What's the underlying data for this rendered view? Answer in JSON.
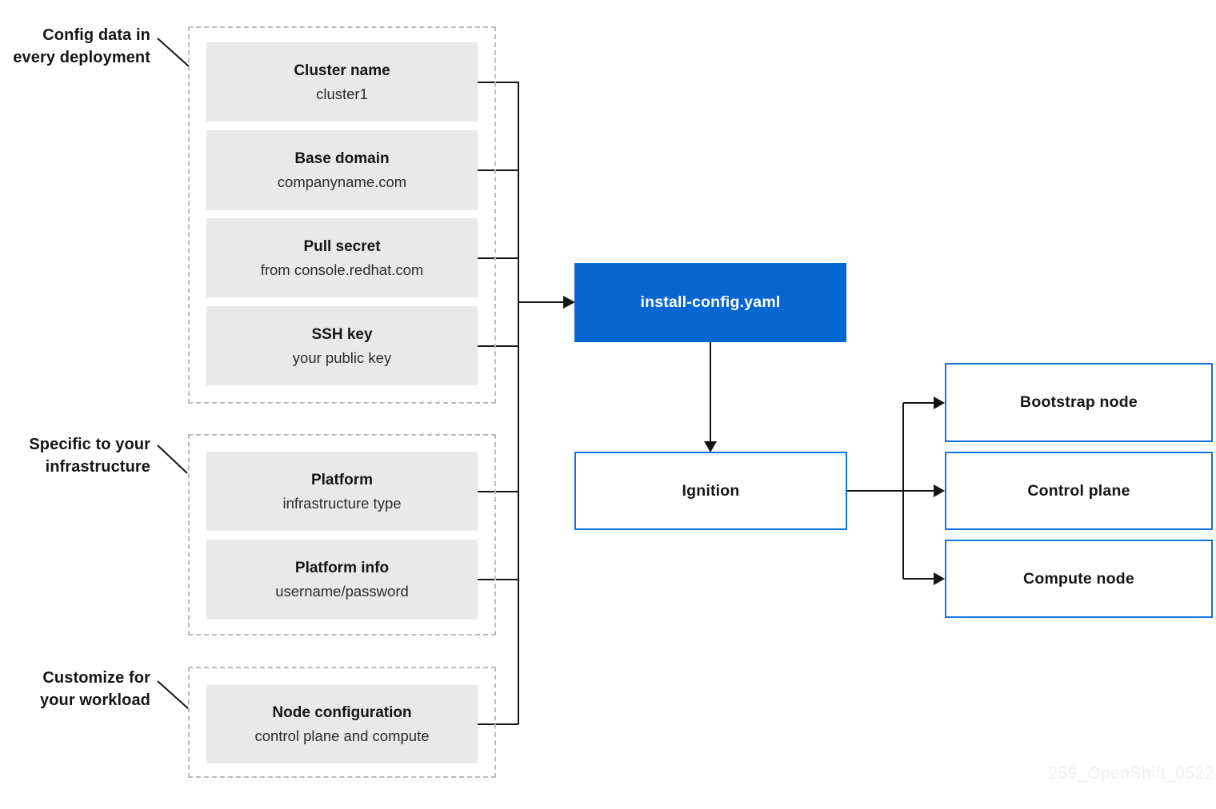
{
  "diagram": {
    "watermark": "259_OpenShift_0522",
    "colors": {
      "accent_blue": "#0767d2",
      "outline_blue": "#1472d8",
      "box_gray": "#e9e9e9",
      "line_black": "#151515",
      "dashed_border_gray": "#bcbcbc",
      "watermark_gray": "#f0f0f1"
    },
    "groups": [
      {
        "label_line1": "Config data in",
        "label_line2": "every deployment",
        "boxes": [
          {
            "title": "Cluster name",
            "subtitle": "cluster1"
          },
          {
            "title": "Base domain",
            "subtitle": "companyname.com"
          },
          {
            "title": "Pull secret",
            "subtitle": "from console.redhat.com"
          },
          {
            "title": "SSH key",
            "subtitle": "your public key"
          }
        ]
      },
      {
        "label_line1": "Specific to your",
        "label_line2": "infrastructure",
        "boxes": [
          {
            "title": "Platform",
            "subtitle": "infrastructure type"
          },
          {
            "title": "Platform info",
            "subtitle": "username/password"
          }
        ]
      },
      {
        "label_line1": "Customize for",
        "label_line2": "your workload",
        "boxes": [
          {
            "title": "Node configuration",
            "subtitle": "control plane and compute"
          }
        ]
      }
    ],
    "center": {
      "install_config_label": "install-config.yaml",
      "ignition_label": "Ignition"
    },
    "targets": [
      {
        "label": "Bootstrap node"
      },
      {
        "label": "Control plane"
      },
      {
        "label": "Compute node"
      }
    ]
  }
}
